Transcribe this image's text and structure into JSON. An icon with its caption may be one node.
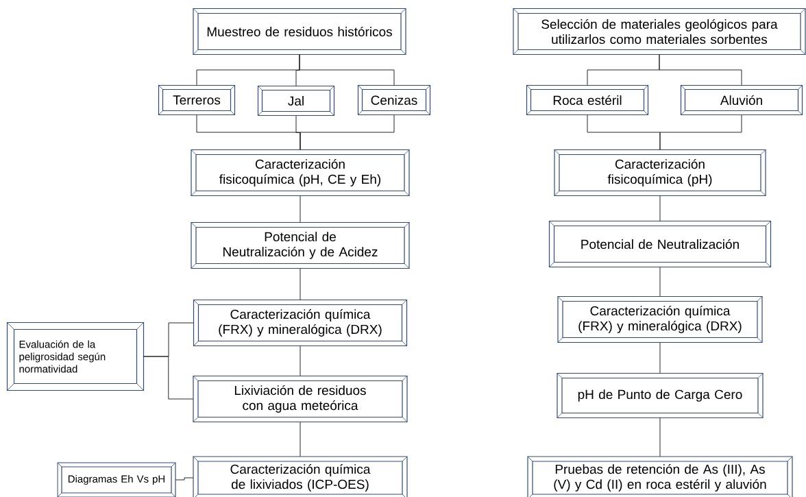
{
  "diagram": {
    "nodes": [
      {
        "text": [
          "Muestreo de residuos históricos"
        ]
      },
      {
        "text": [
          "Terreros"
        ]
      },
      {
        "text": [
          "Jal"
        ]
      },
      {
        "text": [
          "Cenizas"
        ]
      },
      {
        "text": [
          "Caracterización fisicoquímica (pH, CE y Eh)"
        ]
      },
      {
        "text": [
          "Potencial de Neutralización y de Acidez"
        ]
      },
      {
        "text": [
          "Caracterización química (FRX) y mineralógica (DRX)"
        ]
      },
      {
        "text": [
          "Lixiviación de residuos con agua meteórica"
        ]
      },
      {
        "text": [
          "Caracterización química de lixiviados (ICP-OES)"
        ]
      },
      {
        "text": [
          "Evaluación de la peligrosidad según normatividad"
        ]
      },
      {
        "text": [
          "Diagramas Eh Vs pH"
        ]
      },
      {
        "text": [
          "Selección de materiales geológicos para utilizarlos como materiales sorbentes"
        ]
      },
      {
        "text": [
          "Roca estéril"
        ]
      },
      {
        "text": [
          "Aluvión"
        ]
      },
      {
        "text": [
          "Caracterización fisicoquímica (pH)"
        ]
      },
      {
        "text": [
          "Potencial de Neutralización"
        ]
      },
      {
        "text": [
          "Caracterización química (FRX) y mineralógica (DRX)"
        ]
      },
      {
        "text": [
          "pH de Punto de Carga Cero"
        ]
      },
      {
        "text": [
          "Pruebas de retención de As (III), As (V) y Cd (II) en roca estéril y aluvión"
        ]
      }
    ],
    "edges": [
      {
        "from": 0,
        "to": 1,
        "arrow": "none"
      },
      {
        "from": 0,
        "to": 2,
        "arrow": "none"
      },
      {
        "from": 0,
        "to": 3,
        "arrow": "none"
      },
      {
        "from": 1,
        "to": 4,
        "arrow": "none"
      },
      {
        "from": 2,
        "to": 4,
        "arrow": "none"
      },
      {
        "from": 3,
        "to": 4,
        "arrow": "none"
      },
      {
        "from": 4,
        "to": 5,
        "arrow": "none"
      },
      {
        "from": 5,
        "to": 6,
        "arrow": "none"
      },
      {
        "from": 6,
        "to": 7,
        "arrow": "none"
      },
      {
        "from": 7,
        "to": 8,
        "arrow": "none"
      },
      {
        "from": 9,
        "to": 6,
        "arrow": "none"
      },
      {
        "from": 9,
        "to": 7,
        "arrow": "none"
      },
      {
        "from": 10,
        "to": 8,
        "arrow": "none"
      },
      {
        "from": 11,
        "to": 12,
        "arrow": "none"
      },
      {
        "from": 11,
        "to": 13,
        "arrow": "none"
      },
      {
        "from": 12,
        "to": 14,
        "arrow": "none"
      },
      {
        "from": 13,
        "to": 14,
        "arrow": "none"
      },
      {
        "from": 14,
        "to": 15,
        "arrow": "none"
      },
      {
        "from": 15,
        "to": 16,
        "arrow": "none"
      },
      {
        "from": 16,
        "to": 17,
        "arrow": "none"
      },
      {
        "from": 17,
        "to": 18,
        "arrow": "none"
      }
    ]
  }
}
